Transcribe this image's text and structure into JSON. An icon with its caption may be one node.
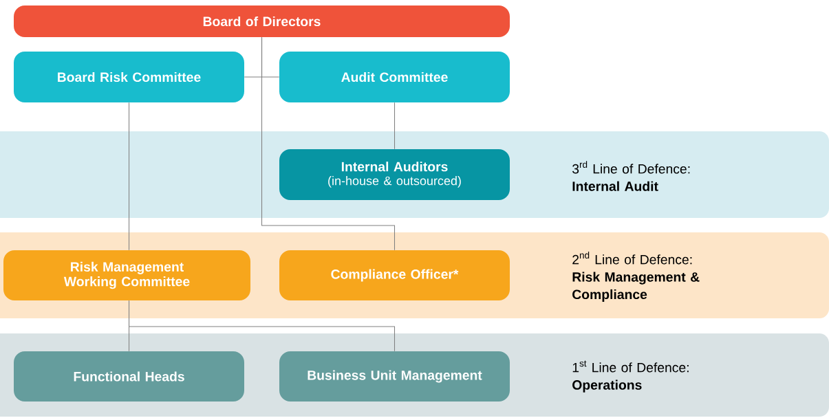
{
  "diagram": {
    "nodes": [
      {
        "text": [
          "Board of Directors"
        ]
      },
      {
        "text": [
          "Board Risk Committee"
        ]
      },
      {
        "text": [
          "Audit Committee"
        ]
      },
      {
        "text": [
          "\\text{3}^{\\text{rd}}\\text{ Line of Defence:}",
          "Internal Audit"
        ]
      },
      {
        "text": [
          "Internal Auditors",
          "(in-house & outsourced)"
        ],
        "in": 3
      },
      {
        "text": [
          "\\text{2}^{\\text{nd}}\\text{ Line of Defence:}",
          "Risk Management & Compliance"
        ]
      },
      {
        "text": [
          "Risk Management Working Committee"
        ],
        "in": 5
      },
      {
        "text": [
          "Compliance Officer*"
        ],
        "in": 5
      },
      {
        "text": [
          "\\text{1}^{\\text{st}}\\text{ Line of Defence:}",
          "Operations"
        ]
      },
      {
        "text": [
          "Functional Heads"
        ],
        "in": 8
      },
      {
        "text": [
          "Business Unit Management"
        ],
        "in": 8
      }
    ],
    "edges": [
      {
        "from": 0,
        "to": 1,
        "arrow": "none"
      },
      {
        "from": 0,
        "to": 2,
        "arrow": "none"
      },
      {
        "from": 2,
        "to": 4,
        "arrow": "none"
      },
      {
        "from": 0,
        "to": 7,
        "arrow": "none"
      },
      {
        "from": 1,
        "to": 6,
        "arrow": "none"
      },
      {
        "from": 6,
        "to": 9,
        "arrow": "none"
      },
      {
        "from": 6,
        "to": 10,
        "arrow": "none"
      }
    ]
  }
}
